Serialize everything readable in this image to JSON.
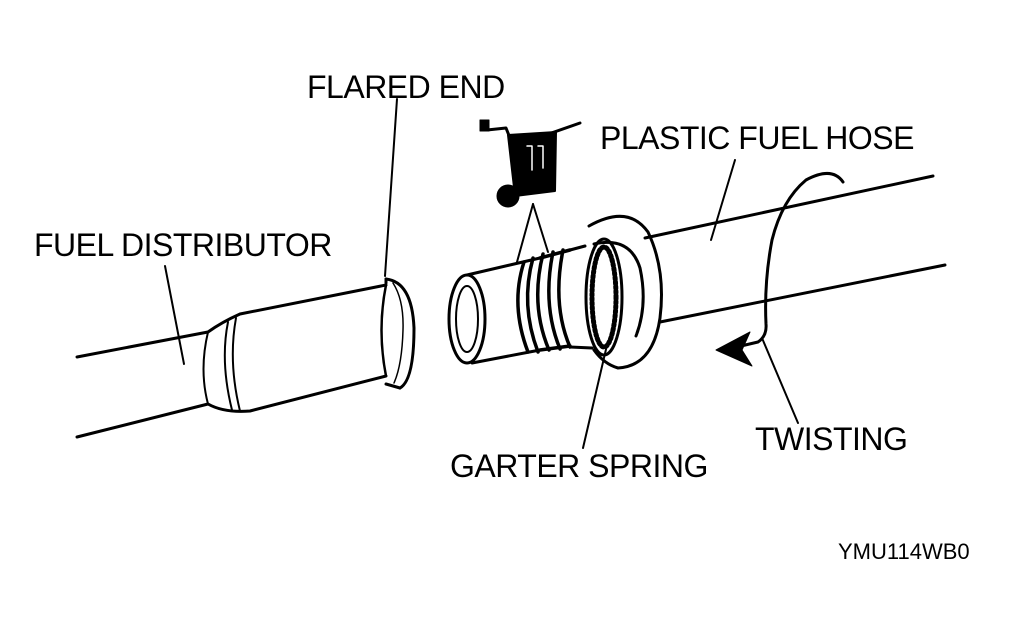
{
  "diagram": {
    "labels": {
      "flared_end": "FLARED END",
      "plastic_fuel_hose": "PLASTIC FUEL HOSE",
      "fuel_distributor": "FUEL DISTRIBUTOR",
      "garter_spring": "GARTER SPRING",
      "twisting": "TWISTING",
      "figure_code": "YMU114WB0"
    },
    "colors": {
      "ink": "#000000",
      "paper": "#ffffff"
    }
  }
}
